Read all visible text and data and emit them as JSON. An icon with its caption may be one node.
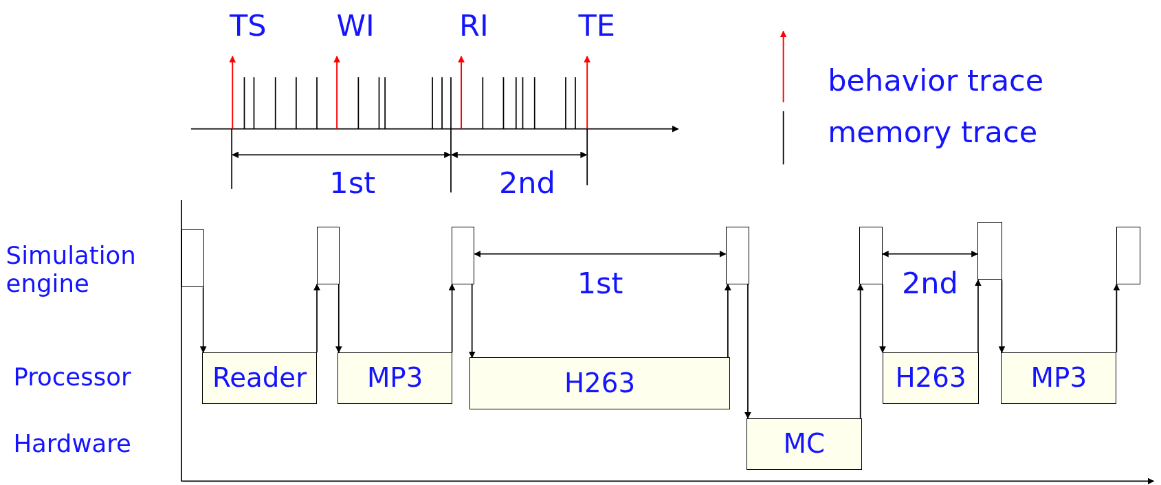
{
  "diagram": {
    "nodes": [
      {
        "text": [],
        "shape": "box"
      },
      {
        "text": [],
        "shape": "box"
      },
      {
        "text": [],
        "shape": "box"
      },
      {
        "text": [],
        "shape": "box"
      },
      {
        "text": [],
        "shape": "box"
      },
      {
        "text": [],
        "shape": "box"
      },
      {
        "text": [],
        "shape": "box"
      },
      {
        "text": [
          "Reader"
        ]
      },
      {
        "text": [
          "MP3"
        ]
      },
      {
        "text": [
          "H263"
        ]
      },
      {
        "text": [
          "MC"
        ]
      },
      {
        "text": [
          "H263"
        ]
      },
      {
        "text": [
          "MP3"
        ]
      }
    ],
    "edges": [
      {
        "from": 0,
        "to": 7,
        "arrow": "to"
      },
      {
        "from": 7,
        "to": 1,
        "arrow": "to"
      },
      {
        "from": 1,
        "to": 8,
        "arrow": "to"
      },
      {
        "from": 8,
        "to": 2,
        "arrow": "to"
      },
      {
        "from": 2,
        "to": 9,
        "arrow": "to"
      },
      {
        "from": 9,
        "to": 3,
        "arrow": "to"
      },
      {
        "from": 3,
        "to": 10,
        "arrow": "to"
      },
      {
        "from": 10,
        "to": 4,
        "arrow": "to"
      },
      {
        "from": 4,
        "to": 11,
        "arrow": "to"
      },
      {
        "from": 11,
        "to": 5,
        "arrow": "to"
      },
      {
        "from": 5,
        "to": 12,
        "arrow": "to"
      },
      {
        "from": 12,
        "to": 6,
        "arrow": "to"
      },
      {
        "from": 2,
        "to": 3,
        "arrow": "both",
        "label": "1st"
      },
      {
        "from": 4,
        "to": 5,
        "arrow": "both",
        "label": "2nd"
      }
    ],
    "labels": [
      "TS",
      "WI",
      "RI",
      "TE",
      "1st",
      "2nd",
      "Simulation engine",
      "Processor",
      "Hardware"
    ],
    "legend": [
      {
        "text": "behavior trace"
      },
      {
        "text": "memory trace"
      }
    ]
  }
}
